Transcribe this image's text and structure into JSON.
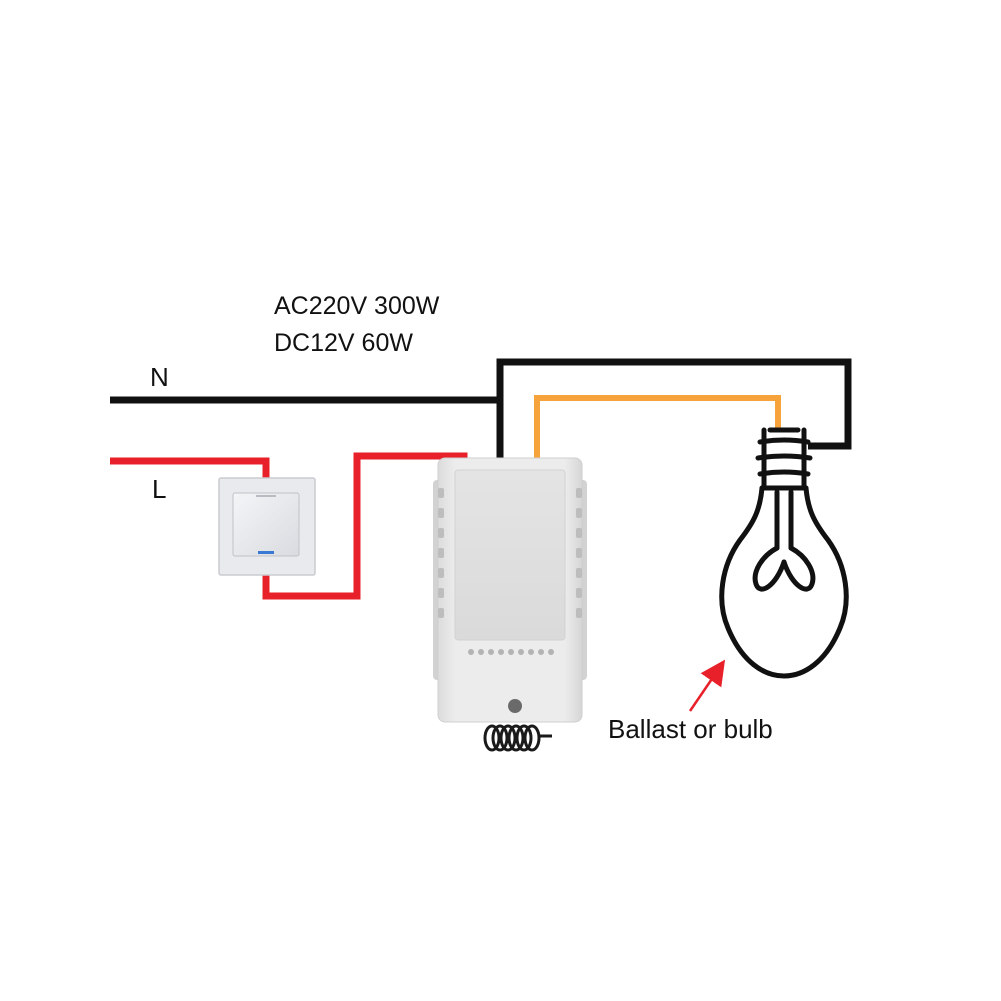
{
  "ratings": {
    "ac": "AC220V 300W",
    "dc": "DC12V 60W"
  },
  "labels": {
    "neutral": "N",
    "live": "L",
    "bulb": "Ballast or bulb"
  },
  "colors": {
    "neutral_wire": "#111111",
    "live_wire": "#e8202a",
    "load_wire": "#f5a33a",
    "annotation_arrow": "#e8202a",
    "switch_indicator": "#3a78d6"
  },
  "icons": {
    "wall_switch": "wall-switch-icon",
    "receiver": "rf-receiver-module-icon",
    "bulb": "light-bulb-icon"
  }
}
